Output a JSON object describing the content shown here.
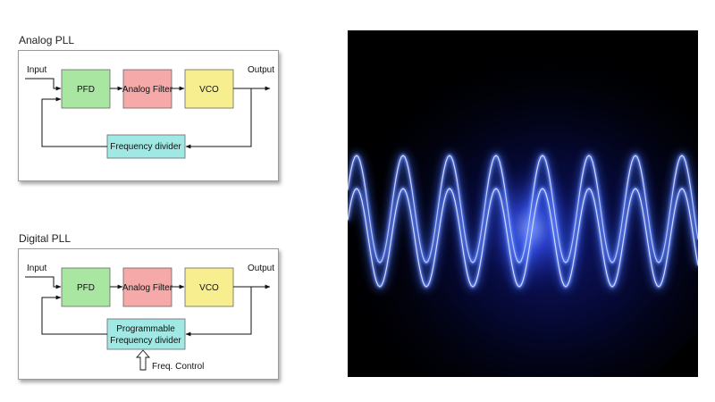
{
  "analog": {
    "title": "Analog PLL",
    "input": "Input",
    "output": "Output",
    "pfd": "PFD",
    "filter": "Analog Filter",
    "vco": "VCO",
    "divider": "Frequency divider"
  },
  "digital": {
    "title": "Digital PLL",
    "input": "Input",
    "output": "Output",
    "pfd": "PFD",
    "filter": "Analog Filter",
    "vco": "VCO",
    "divider_line1": "Programmable",
    "divider_line2": "Frequency divider",
    "control": "Freq. Control"
  },
  "colors": {
    "pfd": "#a8e6a1",
    "filter": "#f5a9a9",
    "vco": "#f7ef8f",
    "divider": "#9fe8e3",
    "wave": "#3f6dff",
    "glow": "#2030d0"
  }
}
